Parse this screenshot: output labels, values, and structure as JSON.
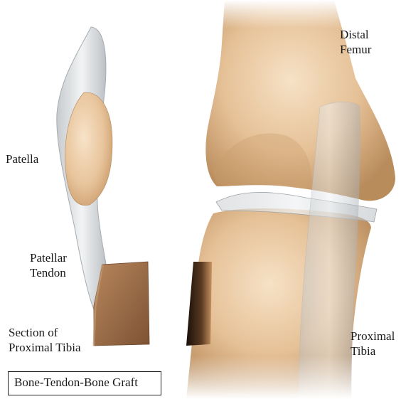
{
  "labels": {
    "patella": "Patella",
    "patellar_tendon": [
      "Patellar",
      "Tendon"
    ],
    "section_tibia": [
      "Section of",
      "Proximal Tibia"
    ],
    "distal_femur": [
      "Distal",
      "Femur"
    ],
    "proximal_tibia": [
      "Proximal",
      "Tibia"
    ]
  },
  "caption": "Bone-Tendon-Bone Graft",
  "colors": {
    "bone": "#e9c9a0",
    "bone_shadow": "#c79a6a",
    "tendon": "#d3d6d8",
    "graft_block": "#9a6a45"
  }
}
